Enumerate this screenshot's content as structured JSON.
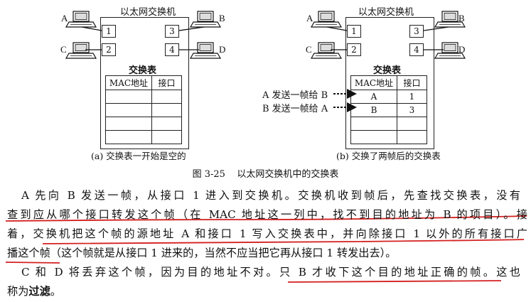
{
  "left_diagram": {
    "title": "以太网交换机",
    "hosts": [
      "A",
      "B",
      "C",
      "D"
    ],
    "ports": [
      "1",
      "3",
      "2",
      "4"
    ],
    "table_title": "交换表",
    "headers": [
      "MAC地址",
      "接口"
    ],
    "rows": [
      [
        "",
        ""
      ],
      [
        "",
        ""
      ],
      [
        "",
        ""
      ],
      [
        "",
        ""
      ]
    ],
    "caption": "(a) 交换表一开始是空的"
  },
  "right_diagram": {
    "title": "以太网交换机",
    "hosts": [
      "A",
      "B",
      "C",
      "D"
    ],
    "ports": [
      "1",
      "3",
      "2",
      "4"
    ],
    "table_title": "交换表",
    "headers": [
      "MAC地址",
      "接口"
    ],
    "rows": [
      [
        "A",
        "1"
      ],
      [
        "B",
        "3"
      ],
      [
        "",
        ""
      ],
      [
        "",
        ""
      ]
    ],
    "annotations": [
      "A 发送一帧给 B",
      "B 发送一帧给 A"
    ],
    "caption": "(b) 交换了两帧后的交换表"
  },
  "figure_caption": "图 3-25    以太网交换机中的交换表",
  "paragraph": {
    "lines": [
      "A 先向 B 发送一帧，从接口 1 进入到交换机。交换机收到帧后，先查找交换表，没有",
      "查到应从哪个接口转发这个帧（在 MAC 地址这一列中，找不到目的地址为 B 的项目）。接",
      "着，交换机把这个帧的源地址 A 和接口 1 写入交换表中，并向除接口 1 以外的所有接口广",
      "播这个帧（这个帧就是从接口 1 进来的，当然不应当把它再从接口 1 转发出去）。",
      "C 和 D 将丢弃这个帧，因为目的地址不对。只 B 才收下这个目的地址正确的帧。这也"
    ],
    "last_line_prefix": "称为",
    "last_line_bold": "过滤",
    "last_line_suffix": "。"
  },
  "colors": {
    "annotation_underline": "#d42020",
    "ink": "#111111"
  }
}
